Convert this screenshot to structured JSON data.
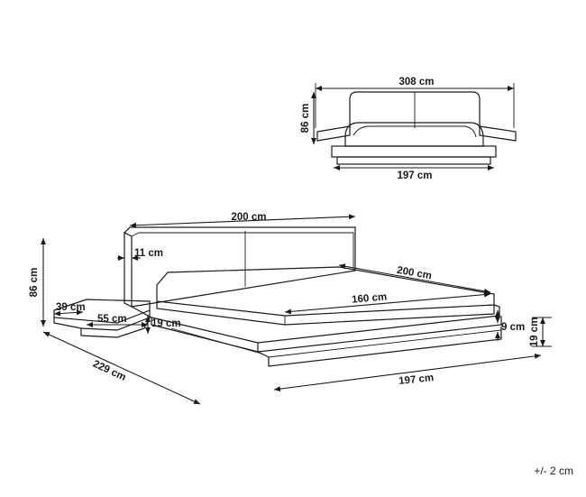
{
  "front_view": {
    "width_label": "308 cm",
    "height_label": "86 cm",
    "base_label": "197 cm"
  },
  "main_view": {
    "headboard_width": "200 cm",
    "headboard_thickness": "11 cm",
    "height": "86 cm",
    "nightstand_depth": "39 cm",
    "nightstand_width": "55 cm",
    "nightstand_height": "19 cm",
    "mattress_length": "200 cm",
    "mattress_width": "160 cm",
    "frame_step": "9 cm",
    "frame_height": "19 cm",
    "total_length": "229 cm",
    "base_width": "197 cm"
  },
  "tolerance": "+/- 2 cm"
}
